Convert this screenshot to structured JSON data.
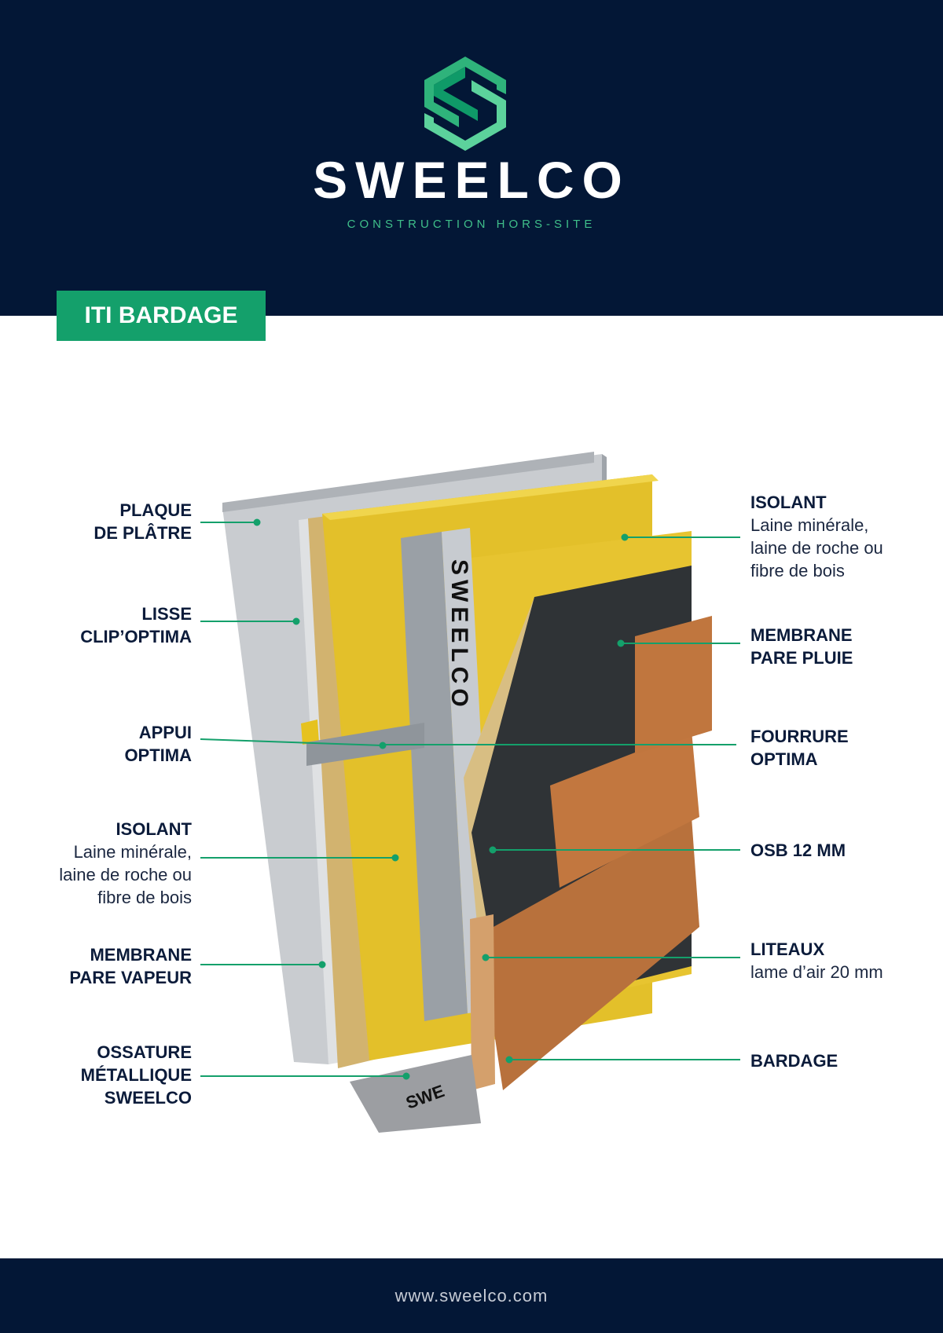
{
  "brand": {
    "name": "SWEELCO",
    "tagline": "CONSTRUCTION HORS-SITE",
    "colors": {
      "navy": "#031736",
      "green": "#14a06b",
      "green_light": "#3fbf8a"
    },
    "logo_icon": "hexagon-s-logo-icon"
  },
  "title": "ITI BARDAGE",
  "diagram": {
    "stud_print": "SWEELCO",
    "stud_print_short": "SWE",
    "left_labels": [
      {
        "title": "PLAQUE",
        "title2": "DE PLÂTRE"
      },
      {
        "title": "LISSE",
        "title2": "CLIP’OPTIMA"
      },
      {
        "title": "APPUI",
        "title2": "OPTIMA"
      },
      {
        "title": "ISOLANT",
        "desc1": "Laine minérale,",
        "desc2": "laine de roche ou",
        "desc3": "fibre de bois"
      },
      {
        "title": "MEMBRANE",
        "title2": "PARE VAPEUR"
      },
      {
        "title": "OSSATURE",
        "title2": "MÉTALLIQUE",
        "title3": "SWEELCO"
      }
    ],
    "right_labels": [
      {
        "title": "ISOLANT",
        "desc1": "Laine minérale,",
        "desc2": "laine de roche ou",
        "desc3": "fibre de bois"
      },
      {
        "title": "MEMBRANE",
        "title2": "PARE PLUIE"
      },
      {
        "title": "FOURRURE",
        "title2": "OPTIMA"
      },
      {
        "title": "OSB 12 MM"
      },
      {
        "title": "LITEAUX",
        "desc1": "lame d’air 20 mm"
      },
      {
        "title": "BARDAGE"
      }
    ]
  },
  "footer": {
    "url": "www.sweelco.com"
  }
}
